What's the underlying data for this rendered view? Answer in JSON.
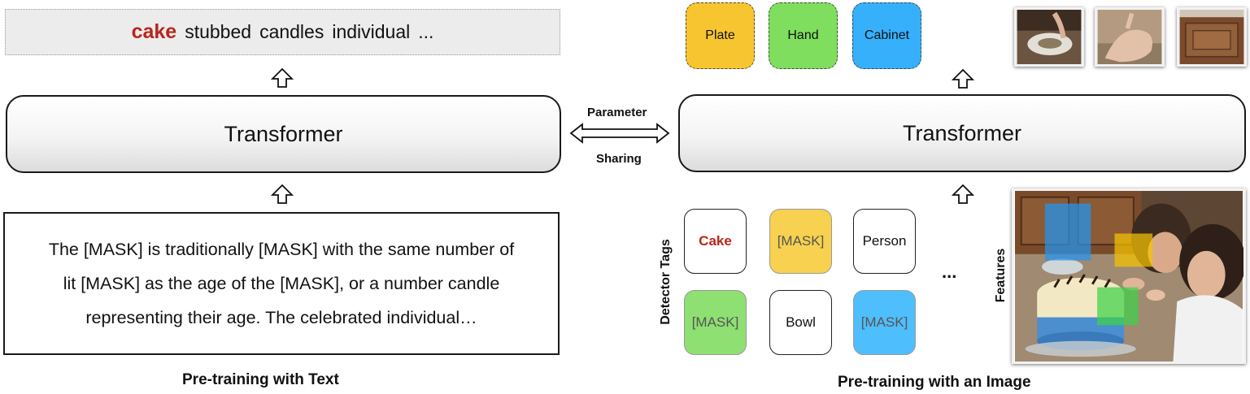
{
  "left_panel": {
    "predicted_tokens": [
      "cake",
      "stubbed",
      "candles",
      "individual",
      "..."
    ],
    "transformer_label": "Transformer",
    "input_text_lines": [
      "The [MASK] is traditionally [MASK] with the same number of",
      "lit [MASK] as the age of the [MASK], or a number candle",
      "representing their age. The celebrated individual…"
    ],
    "caption": "Pre-training with Text"
  },
  "center": {
    "param_line1": "Parameter",
    "param_line2": "Sharing"
  },
  "right_panel": {
    "object_tags": [
      {
        "label": "Plate",
        "color": "#f7c530"
      },
      {
        "label": "Hand",
        "color": "#7fde5e"
      },
      {
        "label": "Cabinet",
        "color": "#36b0fb"
      }
    ],
    "transformer_label": "Transformer",
    "detector_tags_label": "Detector Tags",
    "detector_tags": [
      {
        "label": "Cake",
        "color": "#ffffff",
        "text_color": "#b8261c"
      },
      {
        "label": "[MASK]",
        "color": "#f7d14f",
        "text_color": "#555555"
      },
      {
        "label": "Person",
        "color": "#ffffff",
        "text_color": "#111111"
      },
      {
        "label": "[MASK]",
        "color": "#8ee072",
        "text_color": "#555555"
      },
      {
        "label": "Bowl",
        "color": "#ffffff",
        "text_color": "#111111"
      },
      {
        "label": "[MASK]",
        "color": "#4ebefd",
        "text_color": "#555555"
      }
    ],
    "ellipsis": "...",
    "features_label": "Features",
    "caption": "Pre-training with an Image"
  },
  "colors": {
    "highlight_red": "#b8261c",
    "strip_gray": "#ececec"
  }
}
